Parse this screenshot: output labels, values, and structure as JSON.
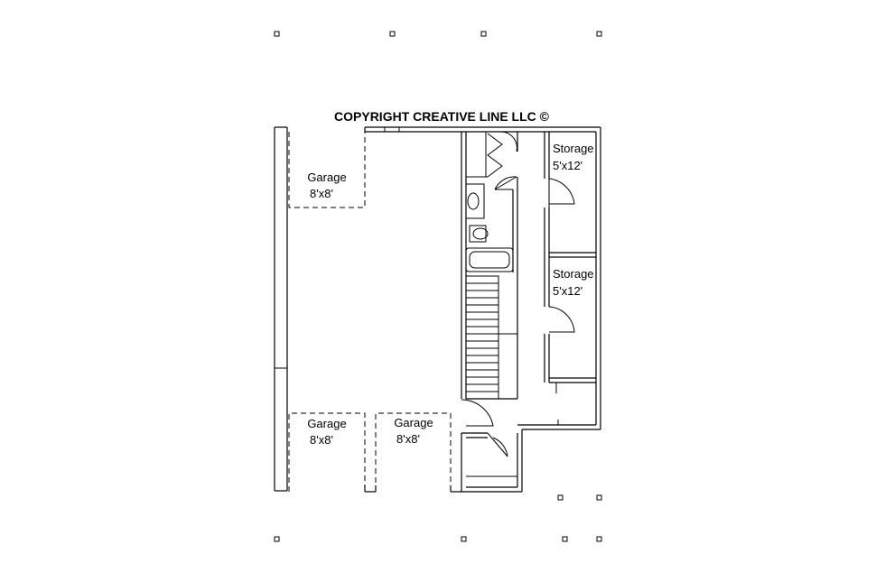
{
  "title": "COPYRIGHT CREATIVE LINE LLC ©",
  "rooms": {
    "garage_top": {
      "name": "Garage",
      "size": "8'x8'"
    },
    "garage_bottom_left": {
      "name": "Garage",
      "size": "8'x8'"
    },
    "garage_bottom_right": {
      "name": "Garage",
      "size": "8'x8'"
    },
    "storage_top": {
      "name": "Storage",
      "size": "5'x12'"
    },
    "storage_middle": {
      "name": "Storage",
      "size": "5'x12'"
    }
  }
}
